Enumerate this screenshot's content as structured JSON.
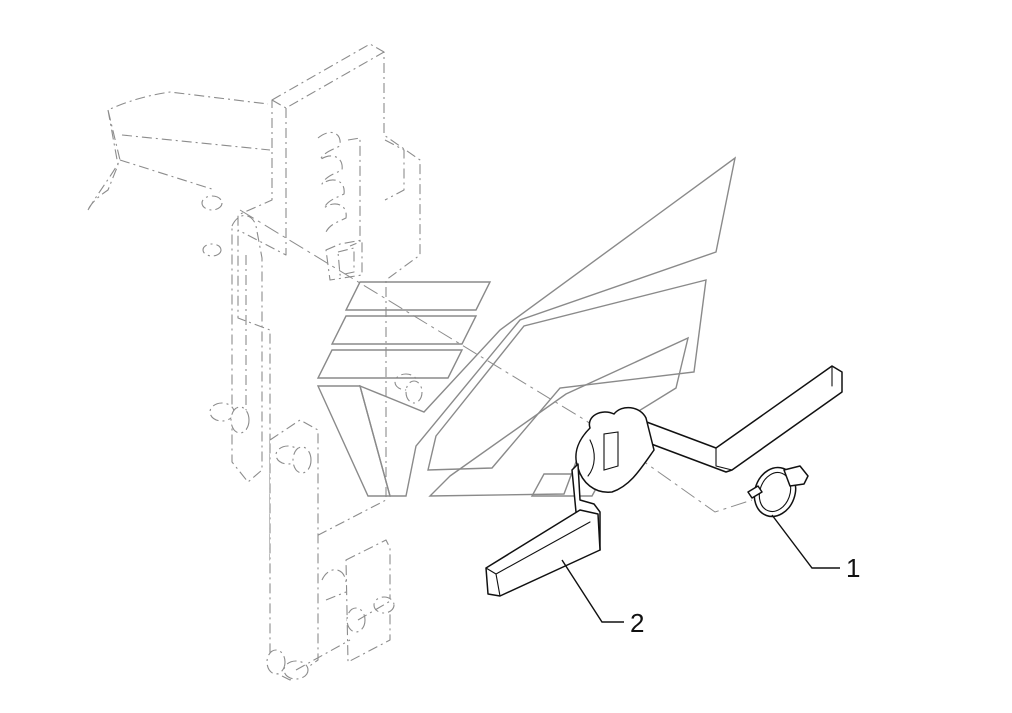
{
  "callouts": [
    {
      "number": "1",
      "part": "lynch-pin"
    },
    {
      "number": "2",
      "part": "lever"
    }
  ],
  "colors": {
    "part_line": "#111111",
    "ghost_line": "#8c8c8c",
    "logo_line": "#8a8a8a",
    "background": "#ffffff"
  }
}
